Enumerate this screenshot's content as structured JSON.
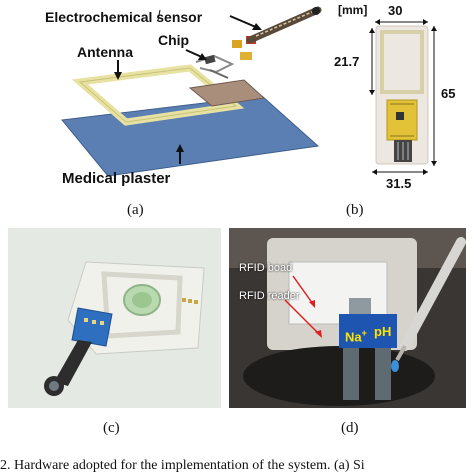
{
  "panel_a": {
    "caption": "(a)",
    "labels": {
      "electrochemical_sensor": "Electrochemical sensor",
      "antenna": "Antenna",
      "chip": "Chip",
      "medical_plaster": "Medical plaster"
    }
  },
  "panel_b": {
    "caption": "(b)",
    "unit": "[mm]",
    "width_top": "30",
    "antenna_height": "21.7",
    "total_height": "65",
    "width_bottom": "31.5"
  },
  "panel_c": {
    "caption": "(c)"
  },
  "panel_d": {
    "caption": "(d)",
    "rfid_board": "RFID boad",
    "rfid_reader": "RFID reader",
    "na_tag": "Na+",
    "ph_tag": "pH"
  },
  "figure_caption_fragment": "2. Hardware adopted for the implementation of the system. (a) Si"
}
